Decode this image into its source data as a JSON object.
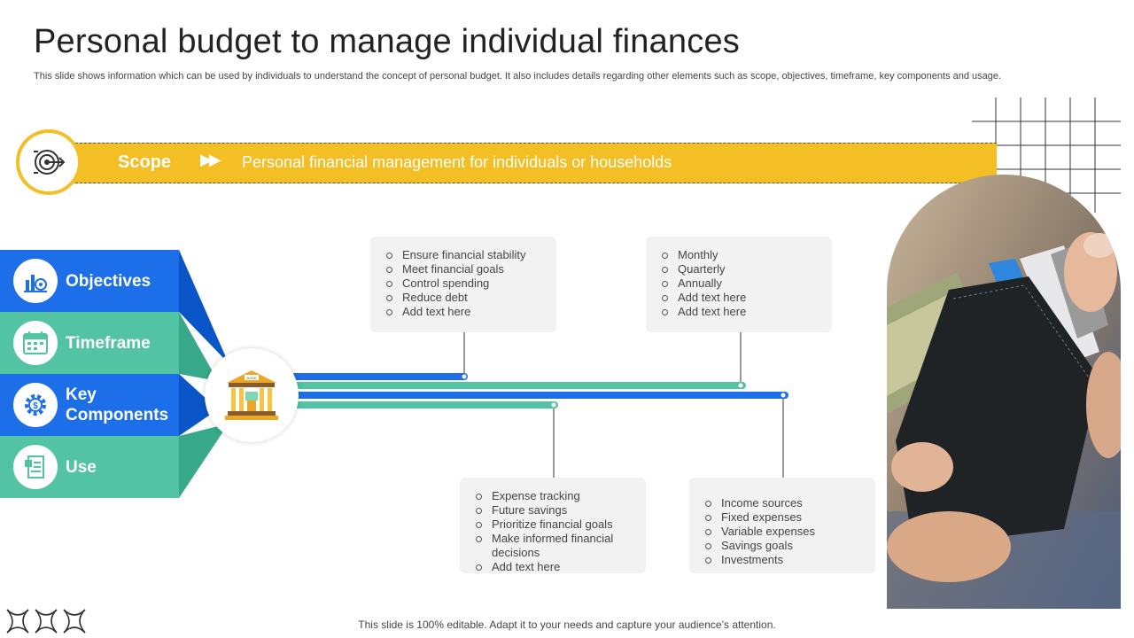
{
  "header": {
    "title": "Personal budget to manage individual finances",
    "subtitle": "This slide shows information which can be used by individuals to understand the concept of personal budget. It also includes details regarding other elements such as scope, objectives, timeframe, key components and usage."
  },
  "scope": {
    "label": "Scope",
    "arrows": "▶▶",
    "text": "Personal financial management for individuals or households",
    "icon": "target-icon"
  },
  "tabs": [
    {
      "label": "Objectives",
      "icon": "chart-target-icon",
      "color": "#1C6FE8"
    },
    {
      "label": "Timeframe",
      "icon": "calendar-icon",
      "color": "#52C3A3"
    },
    {
      "label": "Key Components",
      "icon": "gear-dollar-icon",
      "color": "#1C6FE8"
    },
    {
      "label": "Use",
      "icon": "document-icon",
      "color": "#52C3A3"
    }
  ],
  "center_icon": "bank-icon",
  "boxes": {
    "objectives": [
      "Ensure financial stability",
      "Meet financial goals",
      "Control spending",
      "Reduce debt",
      "Add text here"
    ],
    "timeframe": [
      "Monthly",
      "Quarterly",
      "Annually",
      "Add text here",
      "Add text here"
    ],
    "use": [
      "Expense tracking",
      "Future savings",
      "Prioritize financial goals",
      "Make informed financial decisions",
      "Add text here"
    ],
    "key_components": [
      "Income sources",
      "Fixed expenses",
      "Variable expenses",
      "Savings goals",
      "Investments"
    ]
  },
  "photo": {
    "alt": "wallet-photo"
  },
  "footer": "This slide is 100% editable. Adapt it to your needs and capture your audience’s attention.",
  "colors": {
    "yellow": "#F4BE25",
    "blue": "#1C6FE8",
    "green": "#52C3A3",
    "box": "#F2F2F2"
  }
}
